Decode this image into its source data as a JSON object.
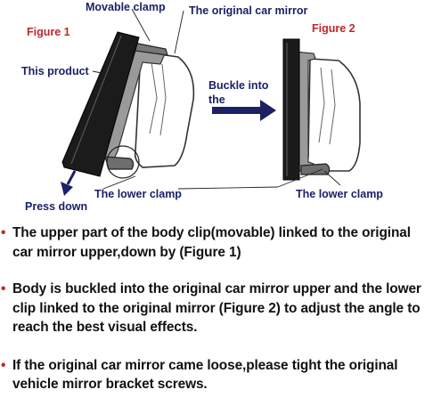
{
  "labels": {
    "figure1": "Figure 1",
    "figure2": "Figure 2",
    "movable_clamp": "Movable clamp",
    "original_mirror": "The original car mirror",
    "this_product": "This product",
    "buckle_line1": "Buckle into",
    "buckle_line2": "the",
    "press_down": "Press down",
    "lower_clamp_1": "The lower clamp",
    "lower_clamp_2": "The lower clamp"
  },
  "bullet_marker": "•",
  "bullets": [
    "The upper part of the body clip(movable) linked to the original car mirror upper,down by (Figure 1)",
    "Body is buckled into the original car mirror upper and the lower clip linked to the original mirror (Figure 2) to adjust the angle to reach the best visual effects.",
    "If the original car mirror came loose,please tight the original vehicle mirror bracket screws."
  ],
  "colors": {
    "label_dark": "#1c2166",
    "label_red": "#c0262b",
    "arrow": "#1c2166",
    "product_body": "#1b1b1b"
  }
}
